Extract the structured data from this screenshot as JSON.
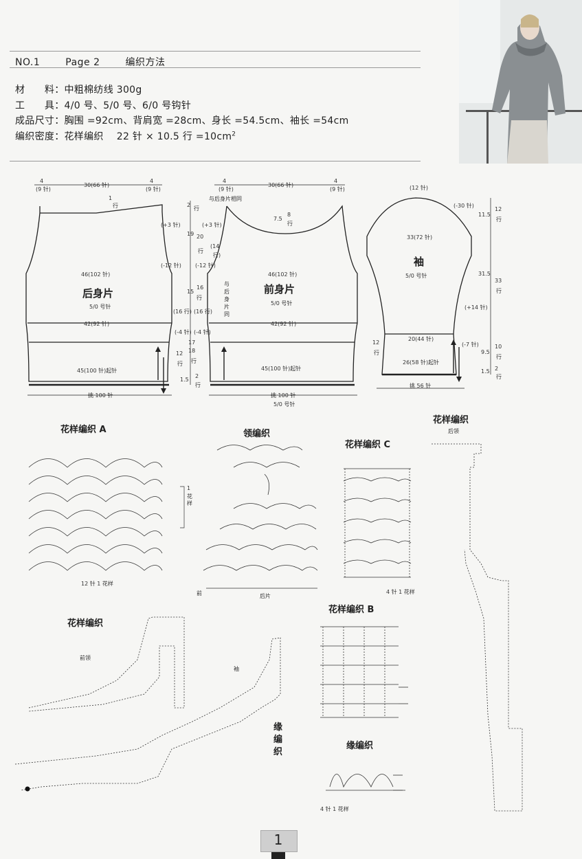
{
  "header": {
    "no": "NO.1",
    "page": "Page 2",
    "title": "编织方法"
  },
  "specs": {
    "material": "材　　料：中粗棉纺线 300g",
    "tools": "工　　具：4/0 号、5/0 号、6/0 号钩针",
    "size": "成品尺寸：胸围 =92cm、背肩宽 =28cm、身长 =54.5cm、袖长 =54cm",
    "gauge": "编织密度：花样编织　 22 针 × 10.5 行 =10cm",
    "gauge_sup": "2"
  },
  "pieces": {
    "back": {
      "name": "后身片",
      "hook": "5/0 号针",
      "top_w": "30(66 针)",
      "side": "4",
      "side_sub": "(9 针)",
      "chest": "46(102 针)",
      "waist": "42(92 针)",
      "hem": "45(100 针)起针",
      "pick": "挑 100 针",
      "row1": "1",
      "row1_sub": "行"
    },
    "front": {
      "name": "前身片",
      "hook": "5/0 号针",
      "top_w": "30(66 针)",
      "side": "4",
      "side_sub": "(9 针)",
      "note_top": "与后身片相同",
      "note_side": "与后身片同",
      "chest": "46(102 针)",
      "waist": "42(92 针)",
      "hem": "45(100 针)起针",
      "pick": "挑 100 针",
      "hook2": "5/0 号针",
      "neck_cm": "7.5",
      "neck_rows": "8",
      "neck_unit": "行"
    },
    "sleeve": {
      "name": "袖",
      "hook": "5/0 号针",
      "top": "(12 针)",
      "cap_dec": "(-30 针)",
      "upper": "33(72 针)",
      "inc": "(+14 针)",
      "cuff": "20(44 针)",
      "dec": "(-7 针)",
      "hem": "26(58 针)起针",
      "pick": "挑 56 针",
      "left_rows": "12",
      "left_unit": "行"
    }
  },
  "side_measures": {
    "m1": "2",
    "m1u": "行",
    "m2": "(+3 针)",
    "m3": "19",
    "m4": "20",
    "m4u": "行",
    "m5": "(+3 针)",
    "m6": "(-12 针)",
    "m7": "(-12 针)",
    "m8": "15",
    "m9": "16",
    "m9u": "行",
    "m10": "(16 行)",
    "m11": "(16 行)",
    "m12": "(-4 针)",
    "m13": "(-4 针)",
    "m14": "17",
    "m15": "18",
    "m15u": "行",
    "m16": "12",
    "m16u": "行",
    "m17": "1.5",
    "m18": "2",
    "m18u": "行",
    "m19": "(14",
    "m19u": "行)"
  },
  "sleeve_measures": {
    "s1": "11.5",
    "s2": "12",
    "s2u": "行",
    "s3": "31.5",
    "s4": "33",
    "s4u": "行",
    "s5": "(+14 针)",
    "s6": "9.5",
    "s7": "10",
    "s7u": "行",
    "s8": "1.5",
    "s9": "2",
    "s9u": "行"
  },
  "charts": {
    "a_title": "花样编织 A",
    "a_repeat": "12 针 1 花样",
    "a_side": "1",
    "a_side_u": "花样",
    "neck_title": "领编织",
    "neck_front": "前",
    "neck_back": "后片",
    "c_title": "花样编织 C",
    "c_repeat": "4 针 1 花样",
    "top_right_title": "花样编织",
    "top_right_sub": "后领",
    "bottom_left_title": "花样编织",
    "bottom_left_sub": "前领",
    "sleeve_mark": "袖",
    "edge_title": "缘编织",
    "b_title": "花样编织 B",
    "edge2_title": "缘编织",
    "edge2_repeat": "4 针 1 花样"
  },
  "page_number": "1"
}
